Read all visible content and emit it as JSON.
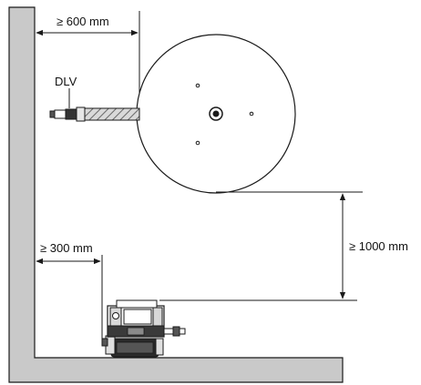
{
  "labels": {
    "dlv": "DLV",
    "dim_reel_to_wall": "≥ 600 mm",
    "dim_unit_to_wall": "≥ 300 mm",
    "dim_reel_to_unit_height": "≥ 1000 mm"
  },
  "colors": {
    "wall_fill": "#c9c9c9",
    "line": "#1a1a1a",
    "reel_fill": "#ffffff",
    "hose_fill": "#b8b8b8"
  }
}
